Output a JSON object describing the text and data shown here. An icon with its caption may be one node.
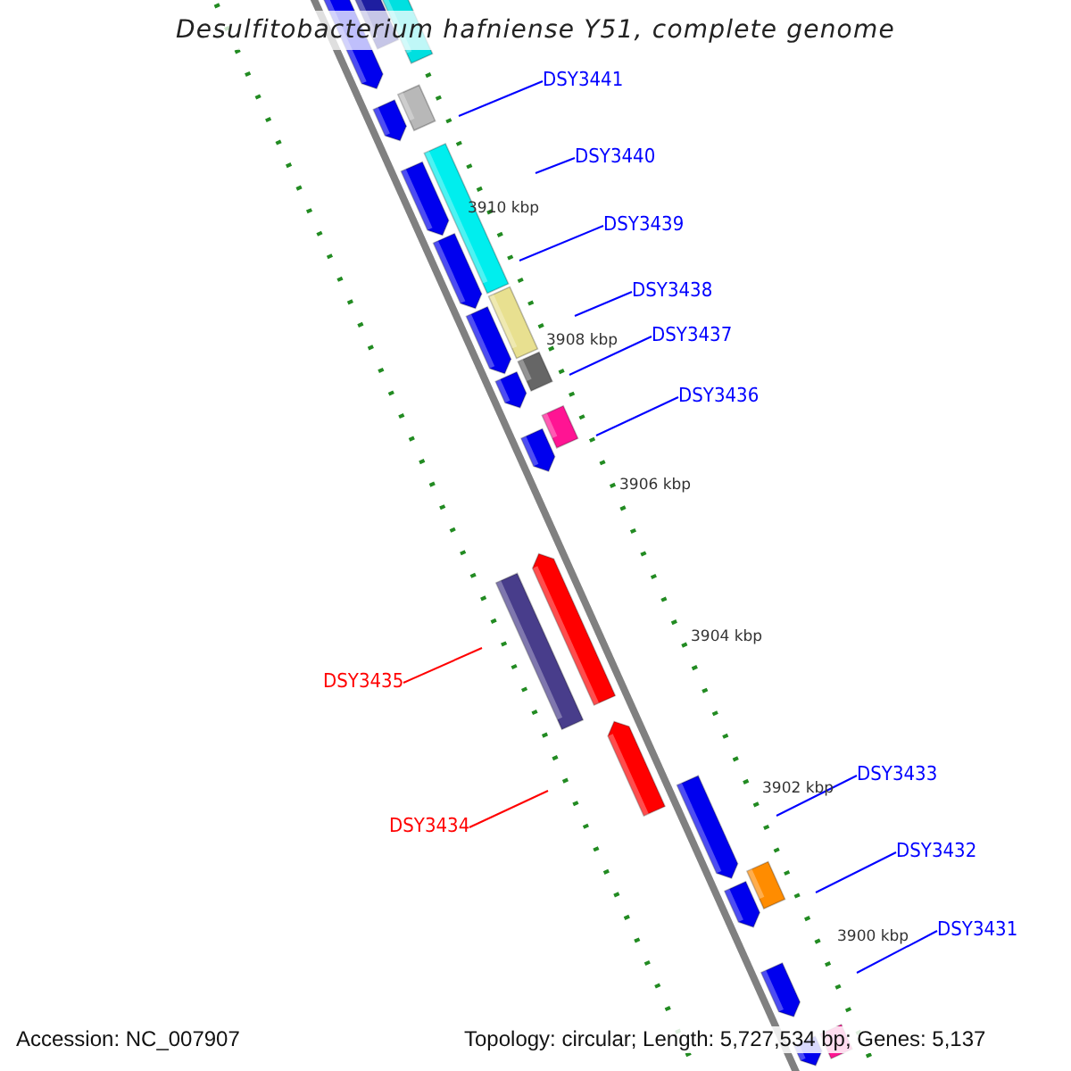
{
  "diagram": {
    "title": "Desulfitobacterium hafniense Y51, complete genome",
    "nodes": [
      {
        "text": [
          "DSY3441"
        ]
      },
      {
        "text": [
          "DSY3440"
        ]
      },
      {
        "text": [
          "DSY3439"
        ]
      },
      {
        "text": [
          "DSY3438"
        ]
      },
      {
        "text": [
          "DSY3437"
        ]
      },
      {
        "text": [
          "DSY3436"
        ]
      },
      {
        "text": [
          "DSY3435"
        ]
      },
      {
        "text": [
          "DSY3434"
        ]
      },
      {
        "text": [
          "DSY3433"
        ]
      },
      {
        "text": [
          "DSY3432"
        ]
      },
      {
        "text": [
          "DSY3431"
        ]
      }
    ],
    "edges": [
      {
        "from": 0,
        "to": null,
        "arrow": "none"
      },
      {
        "from": 1,
        "to": null,
        "arrow": "none"
      },
      {
        "from": 2,
        "to": null,
        "arrow": "none"
      },
      {
        "from": 3,
        "to": null,
        "arrow": "none"
      },
      {
        "from": 4,
        "to": null,
        "arrow": "none"
      },
      {
        "from": 5,
        "to": null,
        "arrow": "none"
      },
      {
        "from": 6,
        "to": null,
        "arrow": "none",
        "color": "#ff0000"
      },
      {
        "from": 7,
        "to": null,
        "arrow": "none",
        "color": "#ff0000"
      },
      {
        "from": 8,
        "to": null,
        "arrow": "none"
      },
      {
        "from": 9,
        "to": null,
        "arrow": "none"
      },
      {
        "from": 10,
        "to": null,
        "arrow": "none"
      }
    ],
    "labels": [
      "3910 kbp",
      "3908 kbp",
      "3906 kbp",
      "3904 kbp",
      "3902 kbp",
      "3900 kbp",
      "Accession: NC_007907",
      "Topology: circular; Length: 5,727,534 bp; Genes: 5,137"
    ]
  }
}
